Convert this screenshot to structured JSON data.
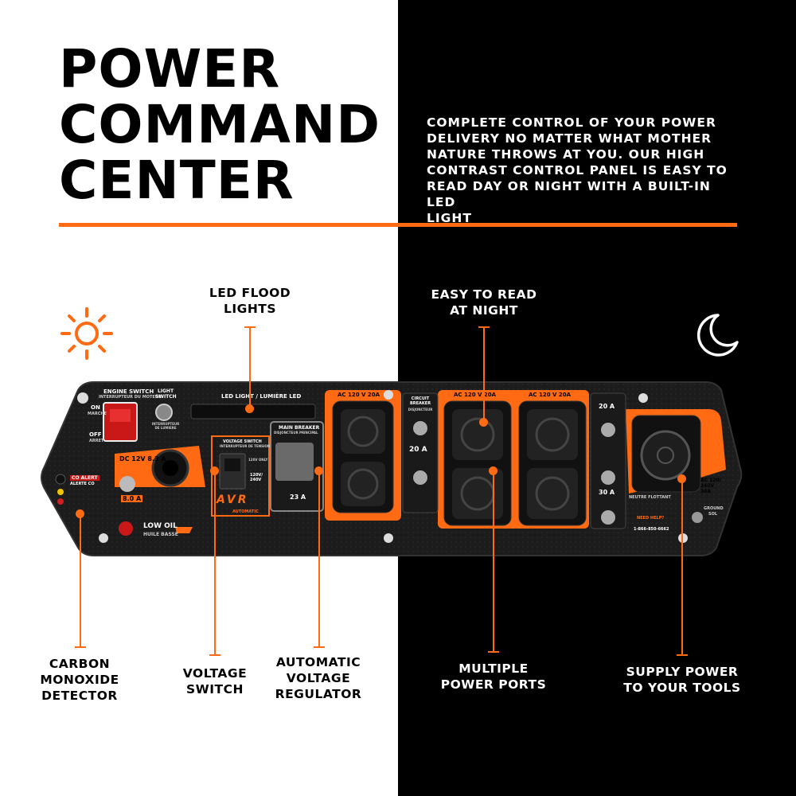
{
  "title": {
    "lines": [
      "POWER",
      "COMMAND",
      "CENTER"
    ]
  },
  "description": {
    "lines": [
      "COMPLETE CONTROL OF YOUR POWER",
      "DELIVERY NO MATTER WHAT MOTHER",
      "NATURE THROWS AT YOU. OUR HIGH",
      "CONTRAST CONTROL PANEL IS EASY TO",
      "READ DAY OR NIGHT WITH A BUILT-IN LED",
      "LIGHT"
    ]
  },
  "icons": {
    "day": "sun-icon",
    "night": "moon-icon"
  },
  "colors": {
    "accent": "#ff6a13",
    "panel": "#1b1b1b",
    "left_bg": "#ffffff",
    "right_bg": "#000000"
  },
  "callouts": {
    "led_flood_lights": [
      "LED FLOOD",
      "LIGHTS"
    ],
    "easy_to_read": [
      "EASY TO READ",
      "AT NIGHT"
    ],
    "carbon_monoxide": [
      "CARBON",
      "MONOXIDE",
      "DETECTOR"
    ],
    "voltage_switch": [
      "VOLTAGE",
      "SWITCH"
    ],
    "avr": [
      "AUTOMATIC",
      "VOLTAGE",
      "REGULATOR"
    ],
    "multiple_ports": [
      "MULTIPLE",
      "POWER PORTS"
    ],
    "supply_power": [
      "SUPPLY POWER",
      "TO YOUR TOOLS"
    ]
  },
  "panel": {
    "engine_switch": "ENGINE SWITCH",
    "engine_switch_fr": "INTERRUPTEUR DU MOTEUR",
    "on": "ON",
    "on_fr": "MARCHE",
    "off": "OFF",
    "off_fr": "ARRET",
    "light_switch": "LIGHT SWITCH",
    "light_switch_fr": "INTERRUPTEUR DE LUMIERE",
    "led_light": "LED LIGHT / LUMIÈRE LED",
    "dc_rating": "DC 12V 8.3 A",
    "fuse": "8.0 A",
    "co_alert": "CO ALERT",
    "co_alert_fr": "ALERTE CO",
    "low_oil": "LOW OIL",
    "low_oil_fr": "HUILE BASSE",
    "voltage_switch": "VOLTAGE SWITCH",
    "voltage_switch_fr": "INTERRUPTEUR DE TENSION",
    "v120": "120V ONLY",
    "v120_240": "120V/ 240V",
    "avr": "AVR",
    "avr_sub": "AUTOMATIC",
    "main_breaker": "MAIN BREAKER",
    "main_breaker_fr": "DISJONCTEUR PRINCIPAL",
    "main_amps": "23 A",
    "ac1": "AC 120 V 20A",
    "circuit_breaker": "CIRCUIT BREAKER",
    "circuit_breaker_fr": "DISJONCTEUR",
    "cb_amps": "20 A",
    "ac2": "AC 120 V 20A",
    "ac3": "AC 120 V 20A",
    "r20": "20 A",
    "r30": "30 A",
    "ac_big": "AC 120/ 240V 30A",
    "neutral": "NEUTRE FLOTTANT",
    "ground": "GROUND",
    "ground_fr": "SOL",
    "help": "NEED HELP?",
    "phone": "1-866-850-6662"
  }
}
